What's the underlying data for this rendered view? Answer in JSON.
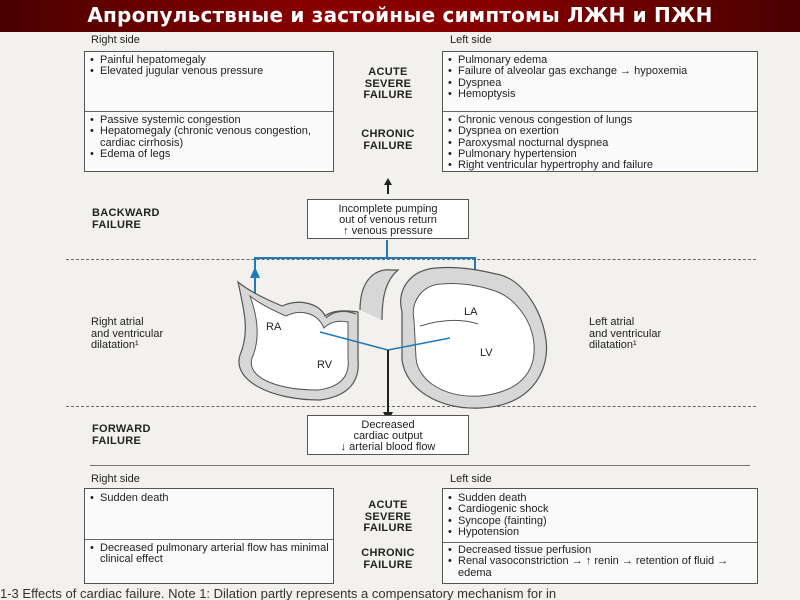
{
  "slide_title": "Апропульствные и застойные симптомы ЛЖН и ПЖН",
  "top": {
    "right_side_header": "Right side",
    "left_side_header": "Left side",
    "acute_label": [
      "ACUTE",
      "SEVERE",
      "FAILURE"
    ],
    "chronic_label": [
      "CHRONIC",
      "FAILURE"
    ],
    "right_acute": [
      "Painful hepatomegaly",
      "Elevated jugular venous pressure"
    ],
    "right_chronic": [
      "Passive systemic congestion",
      "Hepatomegaly (chronic venous congestion, cardiac cirrhosis)",
      "Edema of legs"
    ],
    "left_acute": [
      "Pulmonary edema",
      "Failure of alveolar gas exchange → hypoxemia",
      "Dyspnea",
      "Hemoptysis"
    ],
    "left_chronic": [
      "Chronic venous congestion of lungs",
      "Dyspnea on exertion",
      "Paroxysmal nocturnal dyspnea",
      "Pulmonary hypertension",
      "Right ventricular hypertrophy and failure"
    ]
  },
  "backward": {
    "label": [
      "BACKWARD",
      "FAILURE"
    ],
    "box": [
      "Incomplete pumping",
      "out of venous return",
      "↑ venous pressure"
    ]
  },
  "heart": {
    "ra": "RA",
    "rv": "RV",
    "la": "LA",
    "lv": "LV",
    "right_dilatation": [
      "Right atrial",
      "and ventricular",
      "dilatation¹"
    ],
    "left_dilatation": [
      "Left atrial",
      "and ventricular",
      "dilatation¹"
    ]
  },
  "forward": {
    "label": [
      "FORWARD",
      "FAILURE"
    ],
    "box": [
      "Decreased",
      "cardiac output",
      "↓ arterial blood flow"
    ]
  },
  "bottom": {
    "right_side_header": "Right side",
    "left_side_header": "Left side",
    "acute_label": [
      "ACUTE",
      "SEVERE",
      "FAILURE"
    ],
    "chronic_label": [
      "CHRONIC",
      "FAILURE"
    ],
    "right_acute": [
      "Sudden death"
    ],
    "right_chronic": [
      "Decreased pulmonary arterial flow has minimal clinical effect"
    ],
    "left_acute": [
      "Sudden death",
      "Cardiogenic shock",
      "Syncope (fainting)",
      "Hypotension"
    ],
    "left_chronic": [
      "Decreased tissue perfusion",
      "Renal vasoconstriction → ↑ renin → retention of fluid → edema"
    ]
  },
  "caption": "1-3  Effects of cardiac failure. Note 1: Dilation partly represents a compensatory mechanism for in"
}
